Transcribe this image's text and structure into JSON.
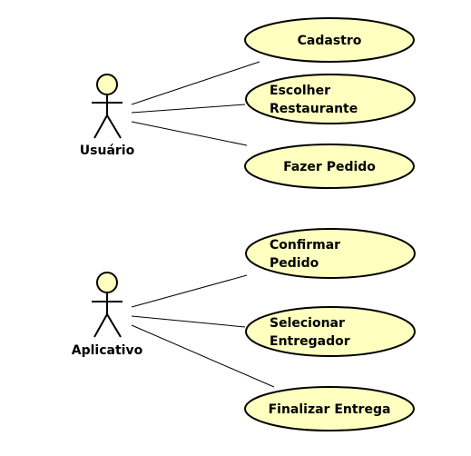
{
  "colors": {
    "use_case_fill": "#ffffc0",
    "actor_head_fill": "#ffffc0",
    "stroke": "#000000",
    "background": "#ffffff"
  },
  "actors": [
    {
      "id": "usuario",
      "name": "Usuário"
    },
    {
      "id": "aplicativo",
      "name": "Aplicativo"
    }
  ],
  "use_cases": [
    {
      "id": "cadastro",
      "lines": [
        "Cadastro"
      ],
      "actor": "usuario"
    },
    {
      "id": "escolher-restaurante",
      "lines": [
        "Escolher",
        "Restaurante"
      ],
      "actor": "usuario"
    },
    {
      "id": "fazer-pedido",
      "lines": [
        "Fazer Pedido"
      ],
      "actor": "usuario"
    },
    {
      "id": "confirmar-pedido",
      "lines": [
        "Confirmar",
        "Pedido"
      ],
      "actor": "aplicativo"
    },
    {
      "id": "selecionar-entregador",
      "lines": [
        "Selecionar",
        "Entregador"
      ],
      "actor": "aplicativo"
    },
    {
      "id": "finalizar-entrega",
      "lines": [
        "Finalizar Entrega"
      ],
      "actor": "aplicativo"
    }
  ]
}
